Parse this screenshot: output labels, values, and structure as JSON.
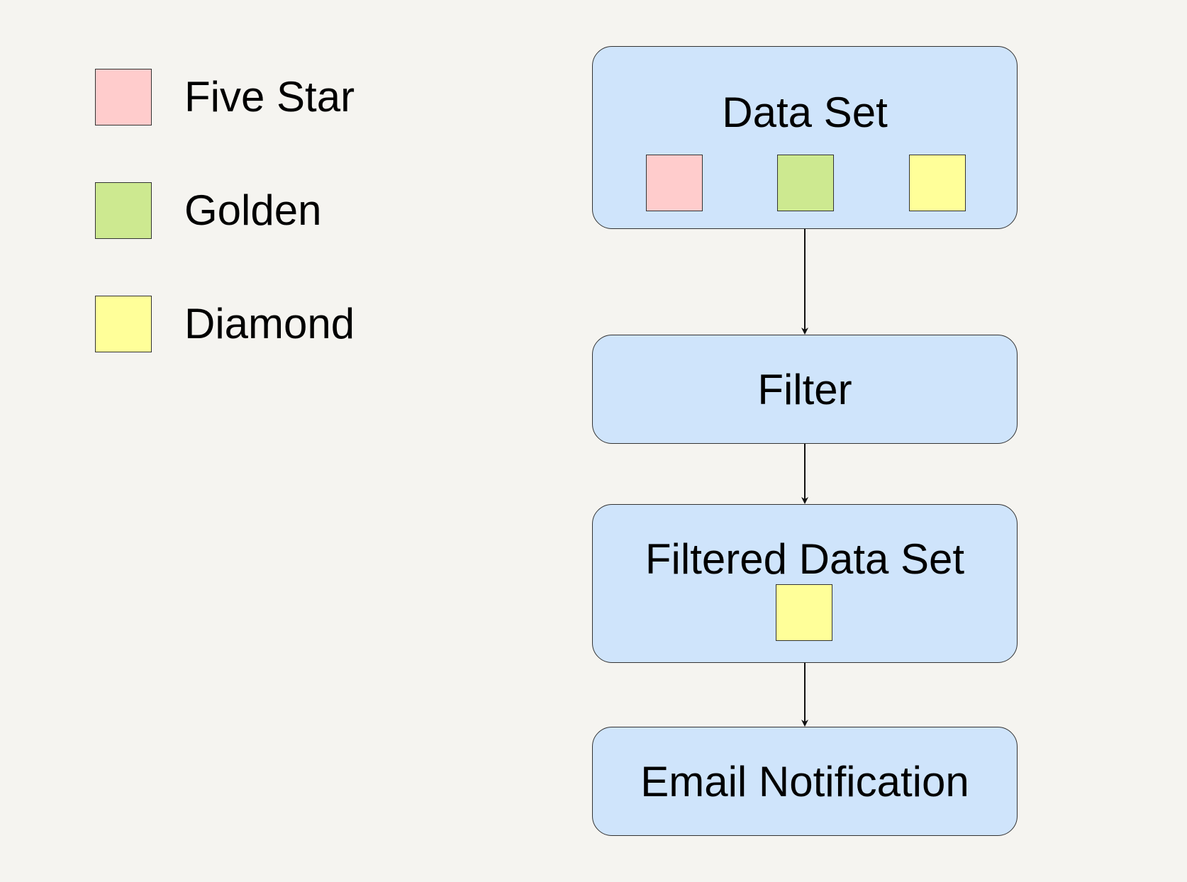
{
  "legend": {
    "items": [
      {
        "label": "Five Star",
        "color": "#ffcccc"
      },
      {
        "label": "Golden",
        "color": "#cde990"
      },
      {
        "label": "Diamond",
        "color": "#ffff99"
      }
    ]
  },
  "flow": {
    "data_set": {
      "label": "Data Set",
      "tokens": [
        "Five Star",
        "Golden",
        "Diamond"
      ]
    },
    "filter": {
      "label": "Filter"
    },
    "filtered_data_set": {
      "label": "Filtered Data Set",
      "tokens": [
        "Diamond"
      ]
    },
    "email_notification": {
      "label": "Email Notification"
    }
  },
  "colors": {
    "box_fill": "#cfe4fb",
    "background": "#f5f4f0",
    "stroke": "#333333"
  }
}
